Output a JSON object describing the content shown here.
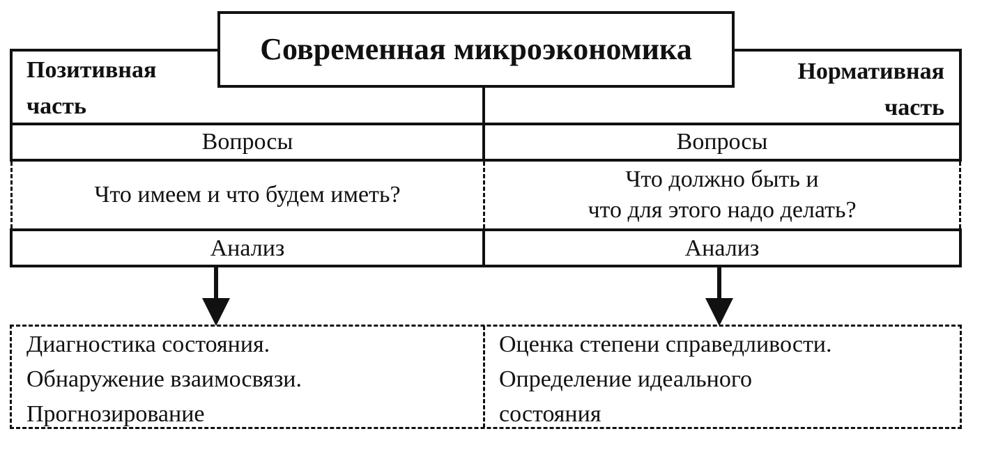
{
  "title": "Современная микроэкономика",
  "left": {
    "header_line1": "Позитивная",
    "header_line2": "часть",
    "questions_label": "Вопросы",
    "question": "Что имеем и что будем иметь?",
    "analysis_label": "Анализ",
    "results": [
      "Диагностика состояния.",
      "Обнаружение взаимосвязи.",
      "Прогнозирование"
    ]
  },
  "right": {
    "header_line1": "Нормативная",
    "header_line2": "часть",
    "questions_label": "Вопросы",
    "question_line1": "Что должно быть и",
    "question_line2": "что для этого надо делать?",
    "analysis_label": "Анализ",
    "results": [
      "Оценка степени справедливости.",
      "Определение идеального",
      "состояния"
    ]
  }
}
